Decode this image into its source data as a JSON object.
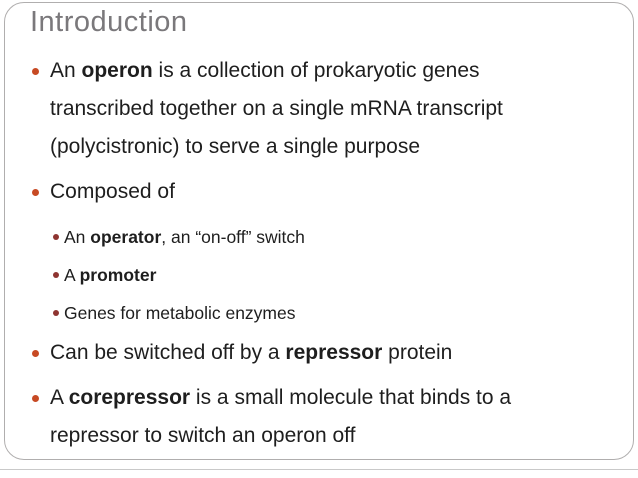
{
  "slide": {
    "title": "Introduction",
    "bullets": [
      {
        "level": 1,
        "segments": [
          {
            "text": "An ",
            "bold": false
          },
          {
            "text": "operon",
            "bold": true
          },
          {
            "text": " is a collection of prokaryotic genes transcribed together on a single mRNA transcript (polycistronic) to serve a single purpose",
            "bold": false
          }
        ]
      },
      {
        "level": 1,
        "segments": [
          {
            "text": "Composed of",
            "bold": false
          }
        ]
      },
      {
        "level": 2,
        "segments": [
          {
            "text": "An ",
            "bold": false
          },
          {
            "text": "operator",
            "bold": true
          },
          {
            "text": ", an “on-off” switch",
            "bold": false
          }
        ]
      },
      {
        "level": 2,
        "segments": [
          {
            "text": "A ",
            "bold": false
          },
          {
            "text": "promoter",
            "bold": true
          }
        ]
      },
      {
        "level": 2,
        "segments": [
          {
            "text": "Genes for metabolic enzymes",
            "bold": false
          }
        ]
      },
      {
        "level": 1,
        "segments": [
          {
            "text": "Can be switched off by a ",
            "bold": false
          },
          {
            "text": "repressor",
            "bold": true
          },
          {
            "text": " protein",
            "bold": false
          }
        ]
      },
      {
        "level": 1,
        "segments": [
          {
            "text": "A ",
            "bold": false
          },
          {
            "text": "corepressor",
            "bold": true
          },
          {
            "text": " is a small molecule that binds to a repressor to switch an operon off",
            "bold": false
          }
        ]
      }
    ],
    "colors": {
      "title_color": "#7a787b",
      "body_color": "#1e1e1e",
      "bullet_l1_color": "#c74a24",
      "bullet_l2_color": "#8e3431",
      "frame_border_color": "#b0aeae",
      "background": "#ffffff"
    }
  }
}
